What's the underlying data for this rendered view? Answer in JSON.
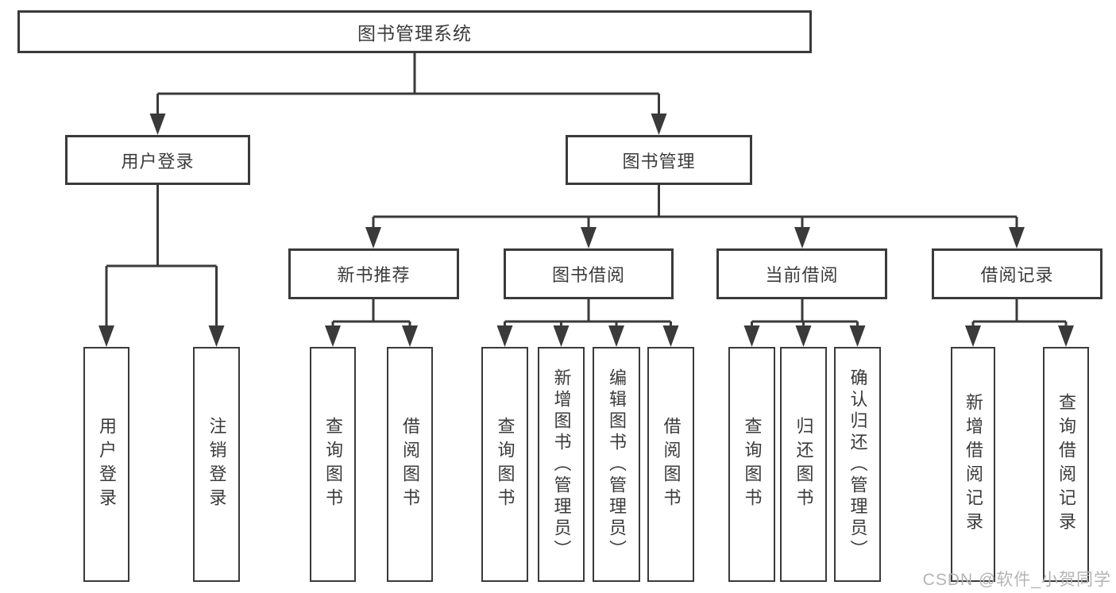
{
  "tree": {
    "root": {
      "label": "图书管理系统"
    },
    "branches": [
      {
        "label": "用户登录",
        "children": [
          {
            "label": "用户登录"
          },
          {
            "label": "注销登录"
          }
        ]
      },
      {
        "label": "图书管理",
        "children": [
          {
            "label": "新书推荐",
            "children": [
              {
                "label": "查询图书"
              },
              {
                "label": "借阅图书"
              }
            ]
          },
          {
            "label": "图书借阅",
            "children": [
              {
                "label": "查询图书"
              },
              {
                "label": "新增图书（管理员）"
              },
              {
                "label": "编辑图书（管理员）"
              },
              {
                "label": "借阅图书"
              }
            ]
          },
          {
            "label": "当前借阅",
            "children": [
              {
                "label": "查询图书"
              },
              {
                "label": "归还图书"
              },
              {
                "label": "确认归还（管理员）"
              }
            ]
          },
          {
            "label": "借阅记录",
            "children": [
              {
                "label": "新增借阅记录"
              },
              {
                "label": "查询借阅记录"
              }
            ]
          }
        ]
      }
    ]
  },
  "watermark": "CSDN @软件_小贺同学",
  "colors": {
    "line": "#3a3a3a",
    "text": "#3b3b3b",
    "watermark": "#b4b4b4",
    "background": "#ffffff"
  }
}
